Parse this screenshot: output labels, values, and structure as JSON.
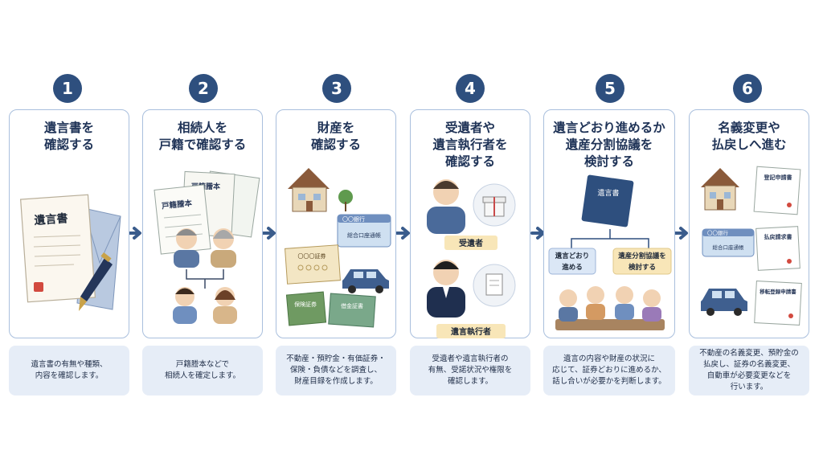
{
  "steps": [
    {
      "number": "1",
      "title": "遺言書を\n確認する",
      "description": "遺言書の有無や種類、\n内容を確認します。"
    },
    {
      "number": "2",
      "title": "相続人を\n戸籍で確認する",
      "description": "戸籍謄本などで\n相続人を確定します。"
    },
    {
      "number": "3",
      "title": "財産を\n確認する",
      "description": "不動産・預貯金・有価証券・\n保険・負債などを調査し、\n財産目録を作成します。"
    },
    {
      "number": "4",
      "title": "受遺者や\n遺言執行者を\n確認する",
      "description": "受遺者や遺言執行者の\n有無、受諾状況や権限を\n確認します。"
    },
    {
      "number": "5",
      "title": "遺言どおり進めるか\n遺産分割協議を\n検討する",
      "description": "遺言の内容や財産の状況に\n応じて、証券どおりに進めるか、\n話し合いが必要かを判断します。"
    },
    {
      "number": "6",
      "title": "名義変更や\n払戻しへ進む",
      "description": "不動産の名義変更、預貯金の\n払戻し、証券の名義変更、\n自動車が必要変更などを\n行います。"
    }
  ],
  "illustrations": {
    "will_document": "遺言書",
    "family_register_front": "戸籍謄本",
    "family_register_back": "戸籍謄本",
    "bank_card_bank": "〇〇銀行",
    "bank_card_account": "総合口座通帳",
    "securities_label": "〇〇〇証券",
    "insurance_label": "保険証券",
    "loan_label": "借金証書",
    "legatee_label": "受遺者",
    "executor_label": "遺言執行者",
    "book_title": "遺言書",
    "option_follow": "遺言どおり\n進める",
    "option_discuss": "遺産分割協議を\n検討する",
    "doc_registration": "登記申請書",
    "doc_bank_bank": "〇〇銀行",
    "doc_bank_account": "総合口座通帳",
    "doc_refund": "払戻請求書",
    "doc_car": "移転登録申請書"
  },
  "colors": {
    "accent": "#2e4f7e",
    "card_border": "#a9bfdd",
    "desc_bg": "#e6edf7",
    "label_bg": "#f8e6b8"
  }
}
